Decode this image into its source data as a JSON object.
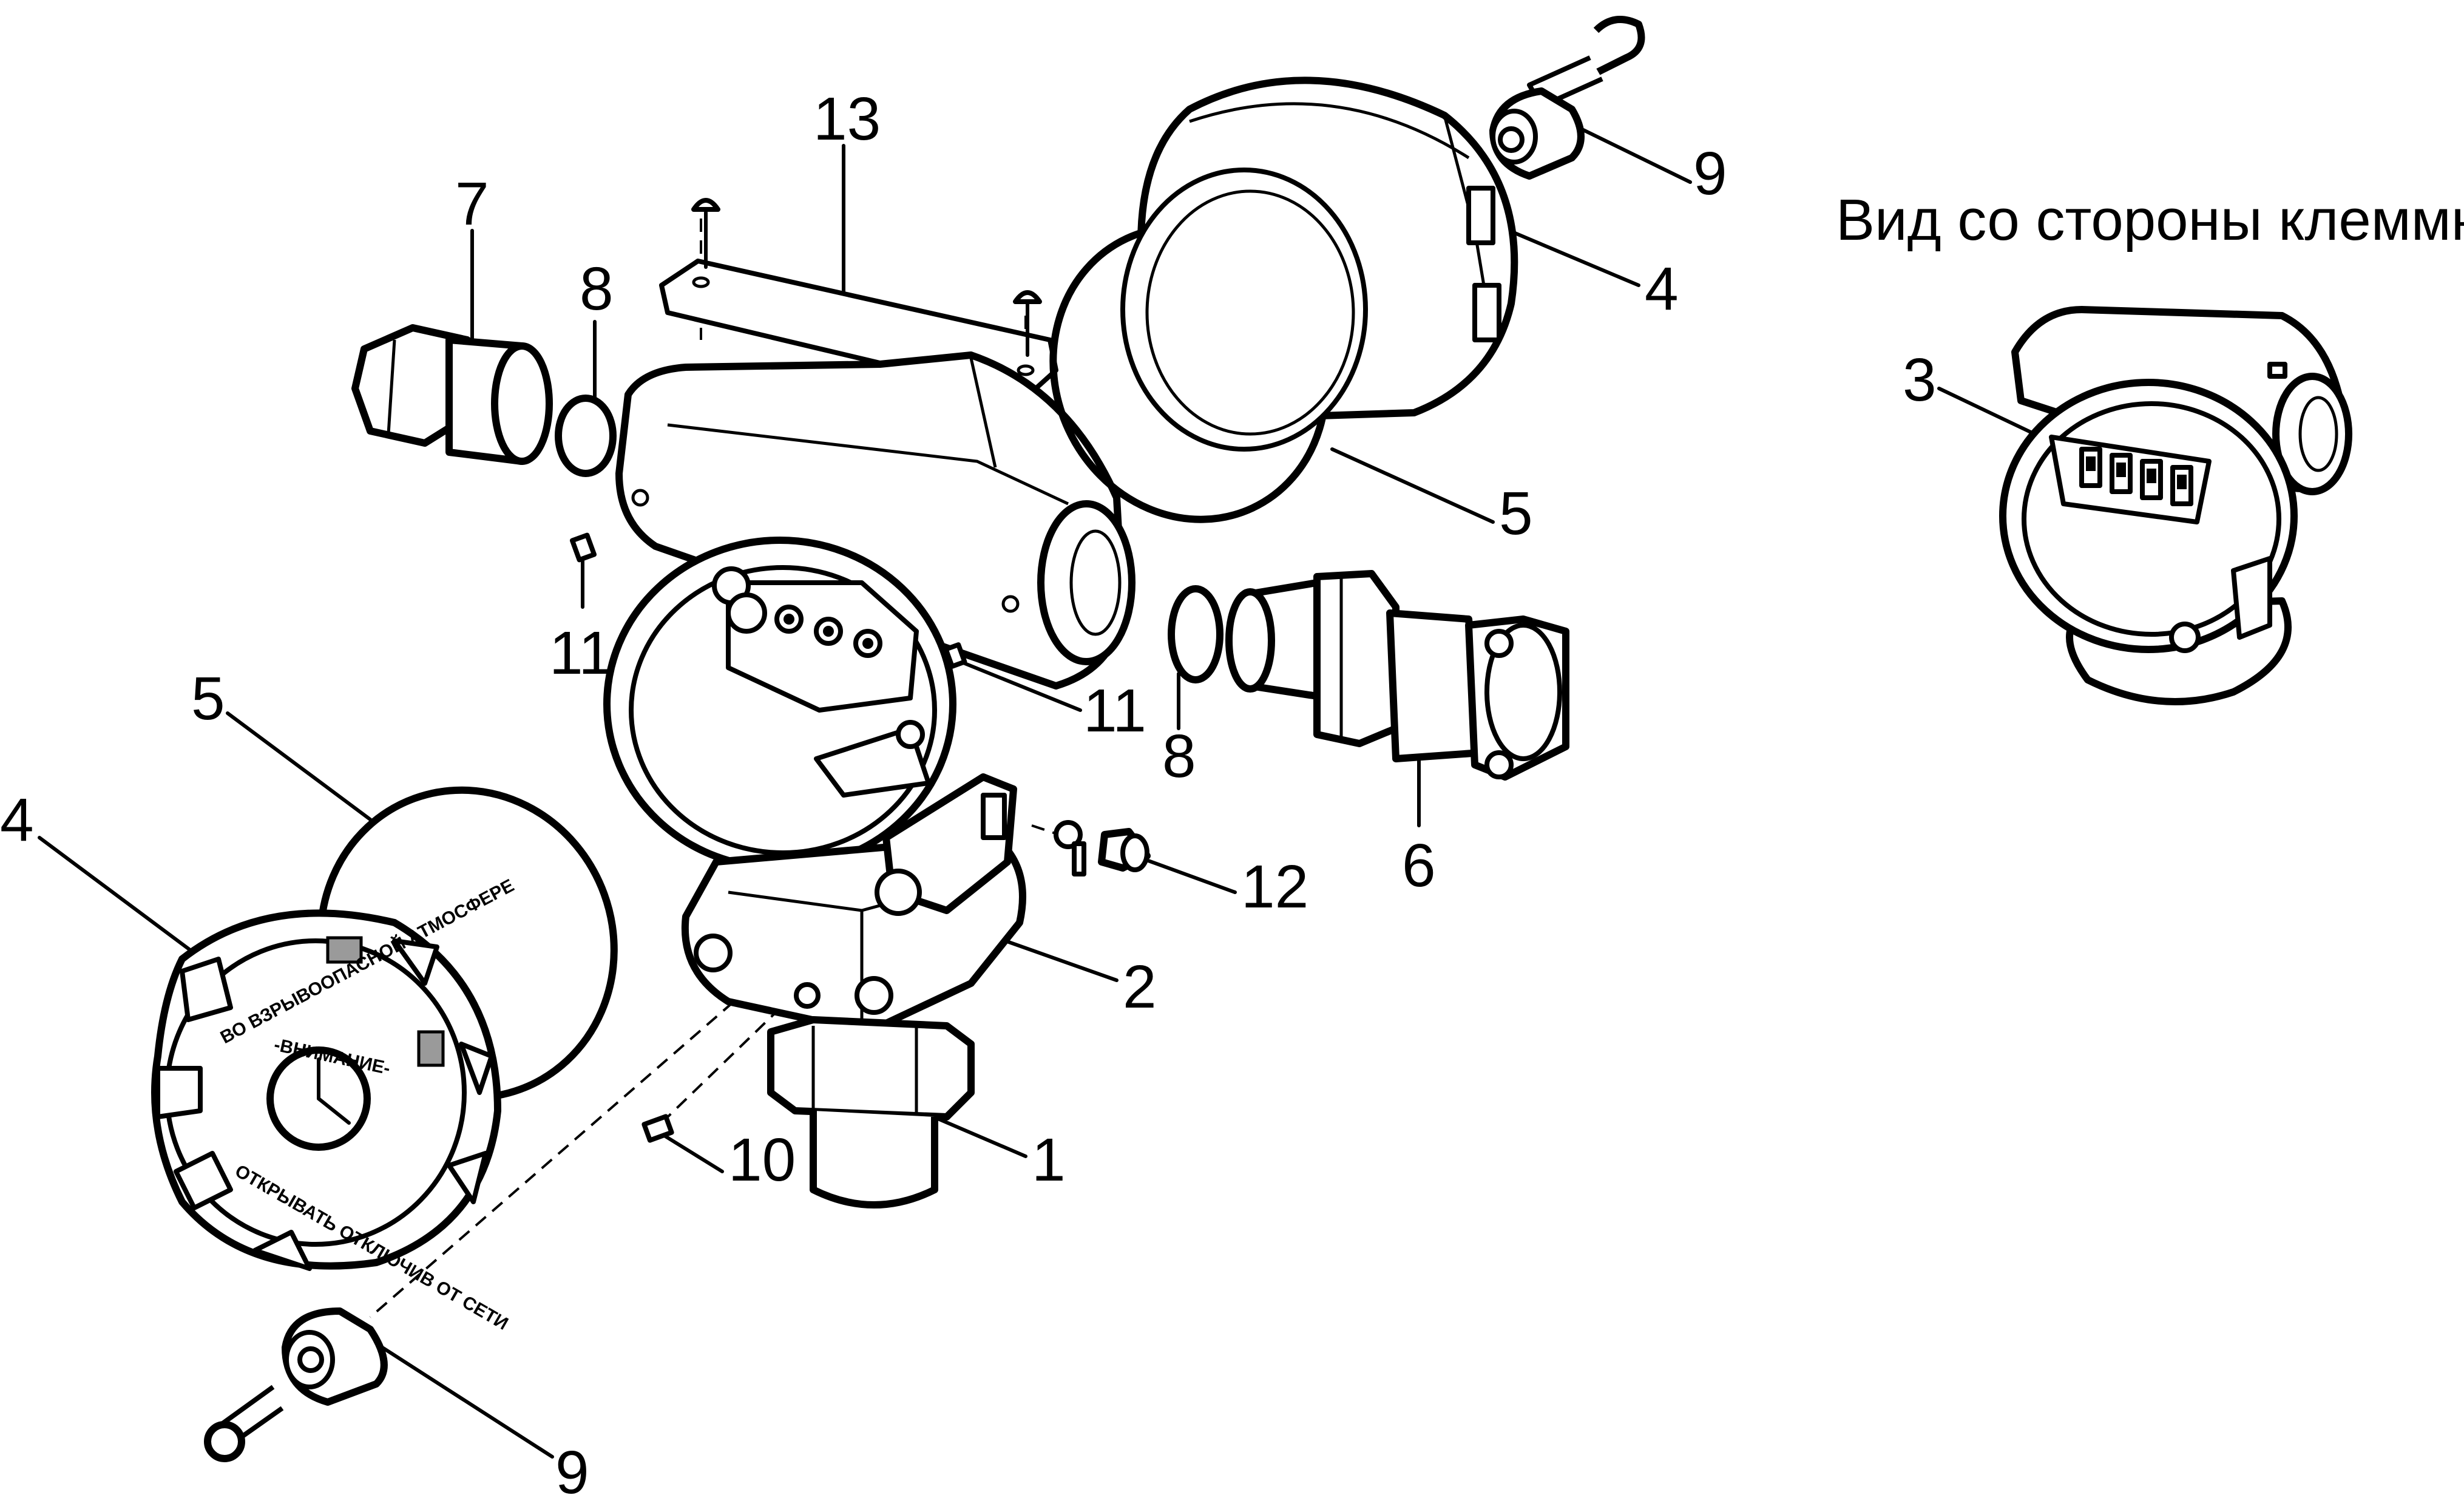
{
  "caption": "Вид со стороны клеммника",
  "cover_text": {
    "line1": "ВО ВЗРЫВООПАСНОЙ АТМОСФЕРЕ",
    "line2": "-ВНИМАНИЕ-",
    "line3": "ОТКРЫВАТЬ ОТКЛЮЧИВ ОТ СЕТИ"
  },
  "callouts": [
    {
      "id": "13",
      "text": "13"
    },
    {
      "id": "7",
      "text": "7"
    },
    {
      "id": "8a",
      "text": "8"
    },
    {
      "id": "9a",
      "text": "9"
    },
    {
      "id": "4a",
      "text": "4"
    },
    {
      "id": "5a",
      "text": "5"
    },
    {
      "id": "11a",
      "text": "11"
    },
    {
      "id": "11b",
      "text": "11"
    },
    {
      "id": "8b",
      "text": "8"
    },
    {
      "id": "6",
      "text": "6"
    },
    {
      "id": "12",
      "text": "12"
    },
    {
      "id": "2",
      "text": "2"
    },
    {
      "id": "1",
      "text": "1"
    },
    {
      "id": "10",
      "text": "10"
    },
    {
      "id": "5b",
      "text": "5"
    },
    {
      "id": "4b",
      "text": "4"
    },
    {
      "id": "9b",
      "text": "9"
    },
    {
      "id": "3",
      "text": "3"
    }
  ]
}
